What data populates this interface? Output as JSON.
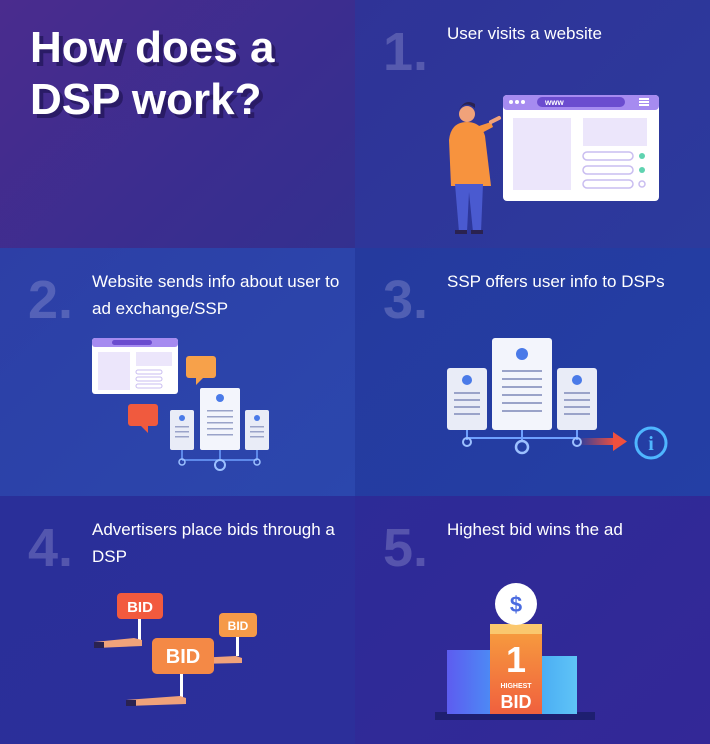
{
  "title": "How does a DSP work?",
  "steps": [
    {
      "number": "1.",
      "text": "User visits a website"
    },
    {
      "number": "2.",
      "text": "Website sends info about user to ad exchange/SSP"
    },
    {
      "number": "3.",
      "text": "SSP offers user info to DSPs"
    },
    {
      "number": "4.",
      "text": "Advertisers place bids through a DSP"
    },
    {
      "number": "5.",
      "text": "Highest bid wins the ad"
    }
  ],
  "browser_url": "www",
  "bid_label": "BID",
  "dollar": "$",
  "info": "i",
  "podium": {
    "place": "1",
    "line1": "HIGHEST",
    "line2": "BID"
  },
  "colors": {
    "accent_orange": "#f7a14a",
    "accent_red": "#f05a3e",
    "browser_purple": "#a68bf0",
    "info_blue": "#4fb6ff"
  }
}
